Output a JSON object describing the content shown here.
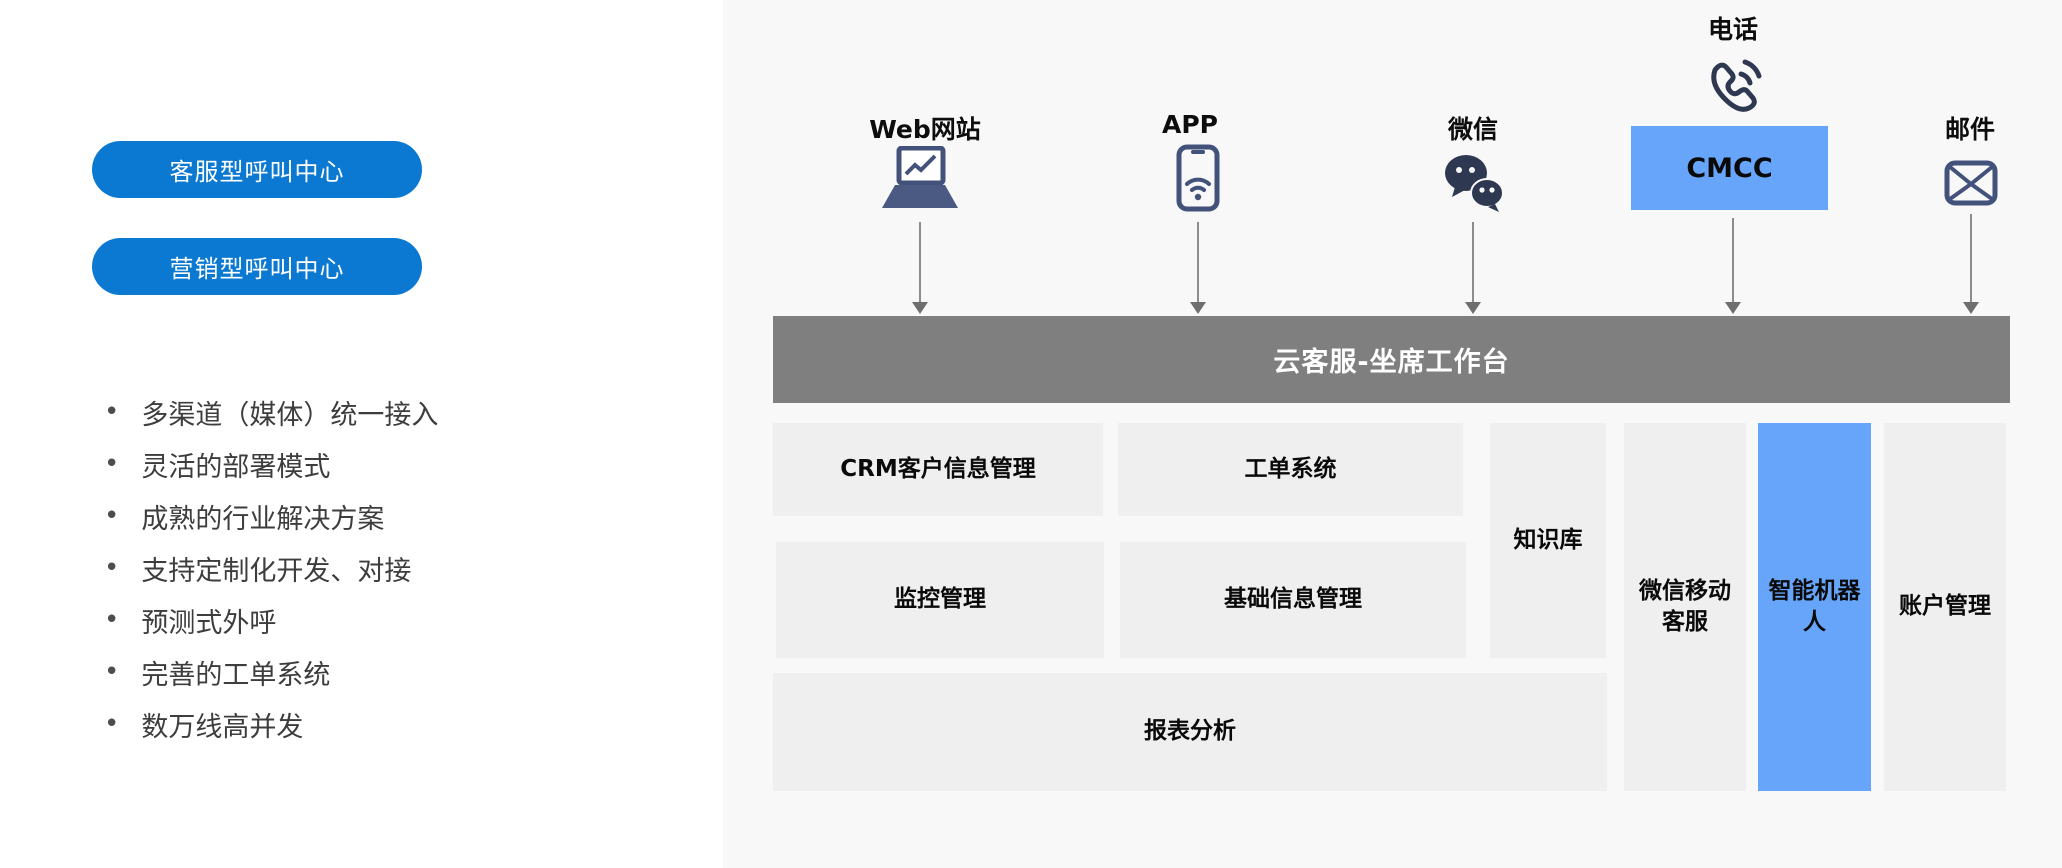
{
  "left_panel": {
    "buttons": [
      {
        "label": "客服型呼叫中心"
      },
      {
        "label": "营销型呼叫中心"
      }
    ],
    "bullets": [
      "多渠道（媒体）统一接入",
      "灵活的部署模式",
      "成熟的行业解决方案",
      "支持定制化开发、对接",
      "预测式外呼",
      "完善的工单系统",
      "数万线高并发"
    ]
  },
  "diagram": {
    "channels": [
      {
        "label": "Web网站",
        "icon": "laptop-chart-icon"
      },
      {
        "label": "APP",
        "icon": "smartphone-wifi-icon"
      },
      {
        "label": "微信",
        "icon": "wechat-icon"
      },
      {
        "label": "电话",
        "icon": "phone-handset-icon"
      },
      {
        "label": "邮件",
        "icon": "envelope-icon"
      }
    ],
    "cmcc": {
      "label": "CMCC"
    },
    "workbench": {
      "label": "云客服-坐席工作台"
    },
    "boxes": {
      "crm": {
        "label": "CRM客户信息管理"
      },
      "ticket": {
        "label": "工单系统"
      },
      "knowledge": {
        "label": "知识库"
      },
      "monitor": {
        "label": "监控管理"
      },
      "basic": {
        "label": "基础信息管理"
      },
      "report": {
        "label": "报表分析"
      }
    },
    "columns": [
      {
        "label": "微信移动客服",
        "highlighted": false
      },
      {
        "label": "智能机器人",
        "highlighted": true
      },
      {
        "label": "账户管理",
        "highlighted": false
      }
    ],
    "colors": {
      "accent_blue": "#0b78d1",
      "light_blue": "#66a5f9",
      "bar_gray": "#7f7f7f",
      "box_gray": "#efefef",
      "panel_bg": "#f8f8f8",
      "icon_navy": "#43527a",
      "wechat_navy": "#2e3850"
    }
  }
}
